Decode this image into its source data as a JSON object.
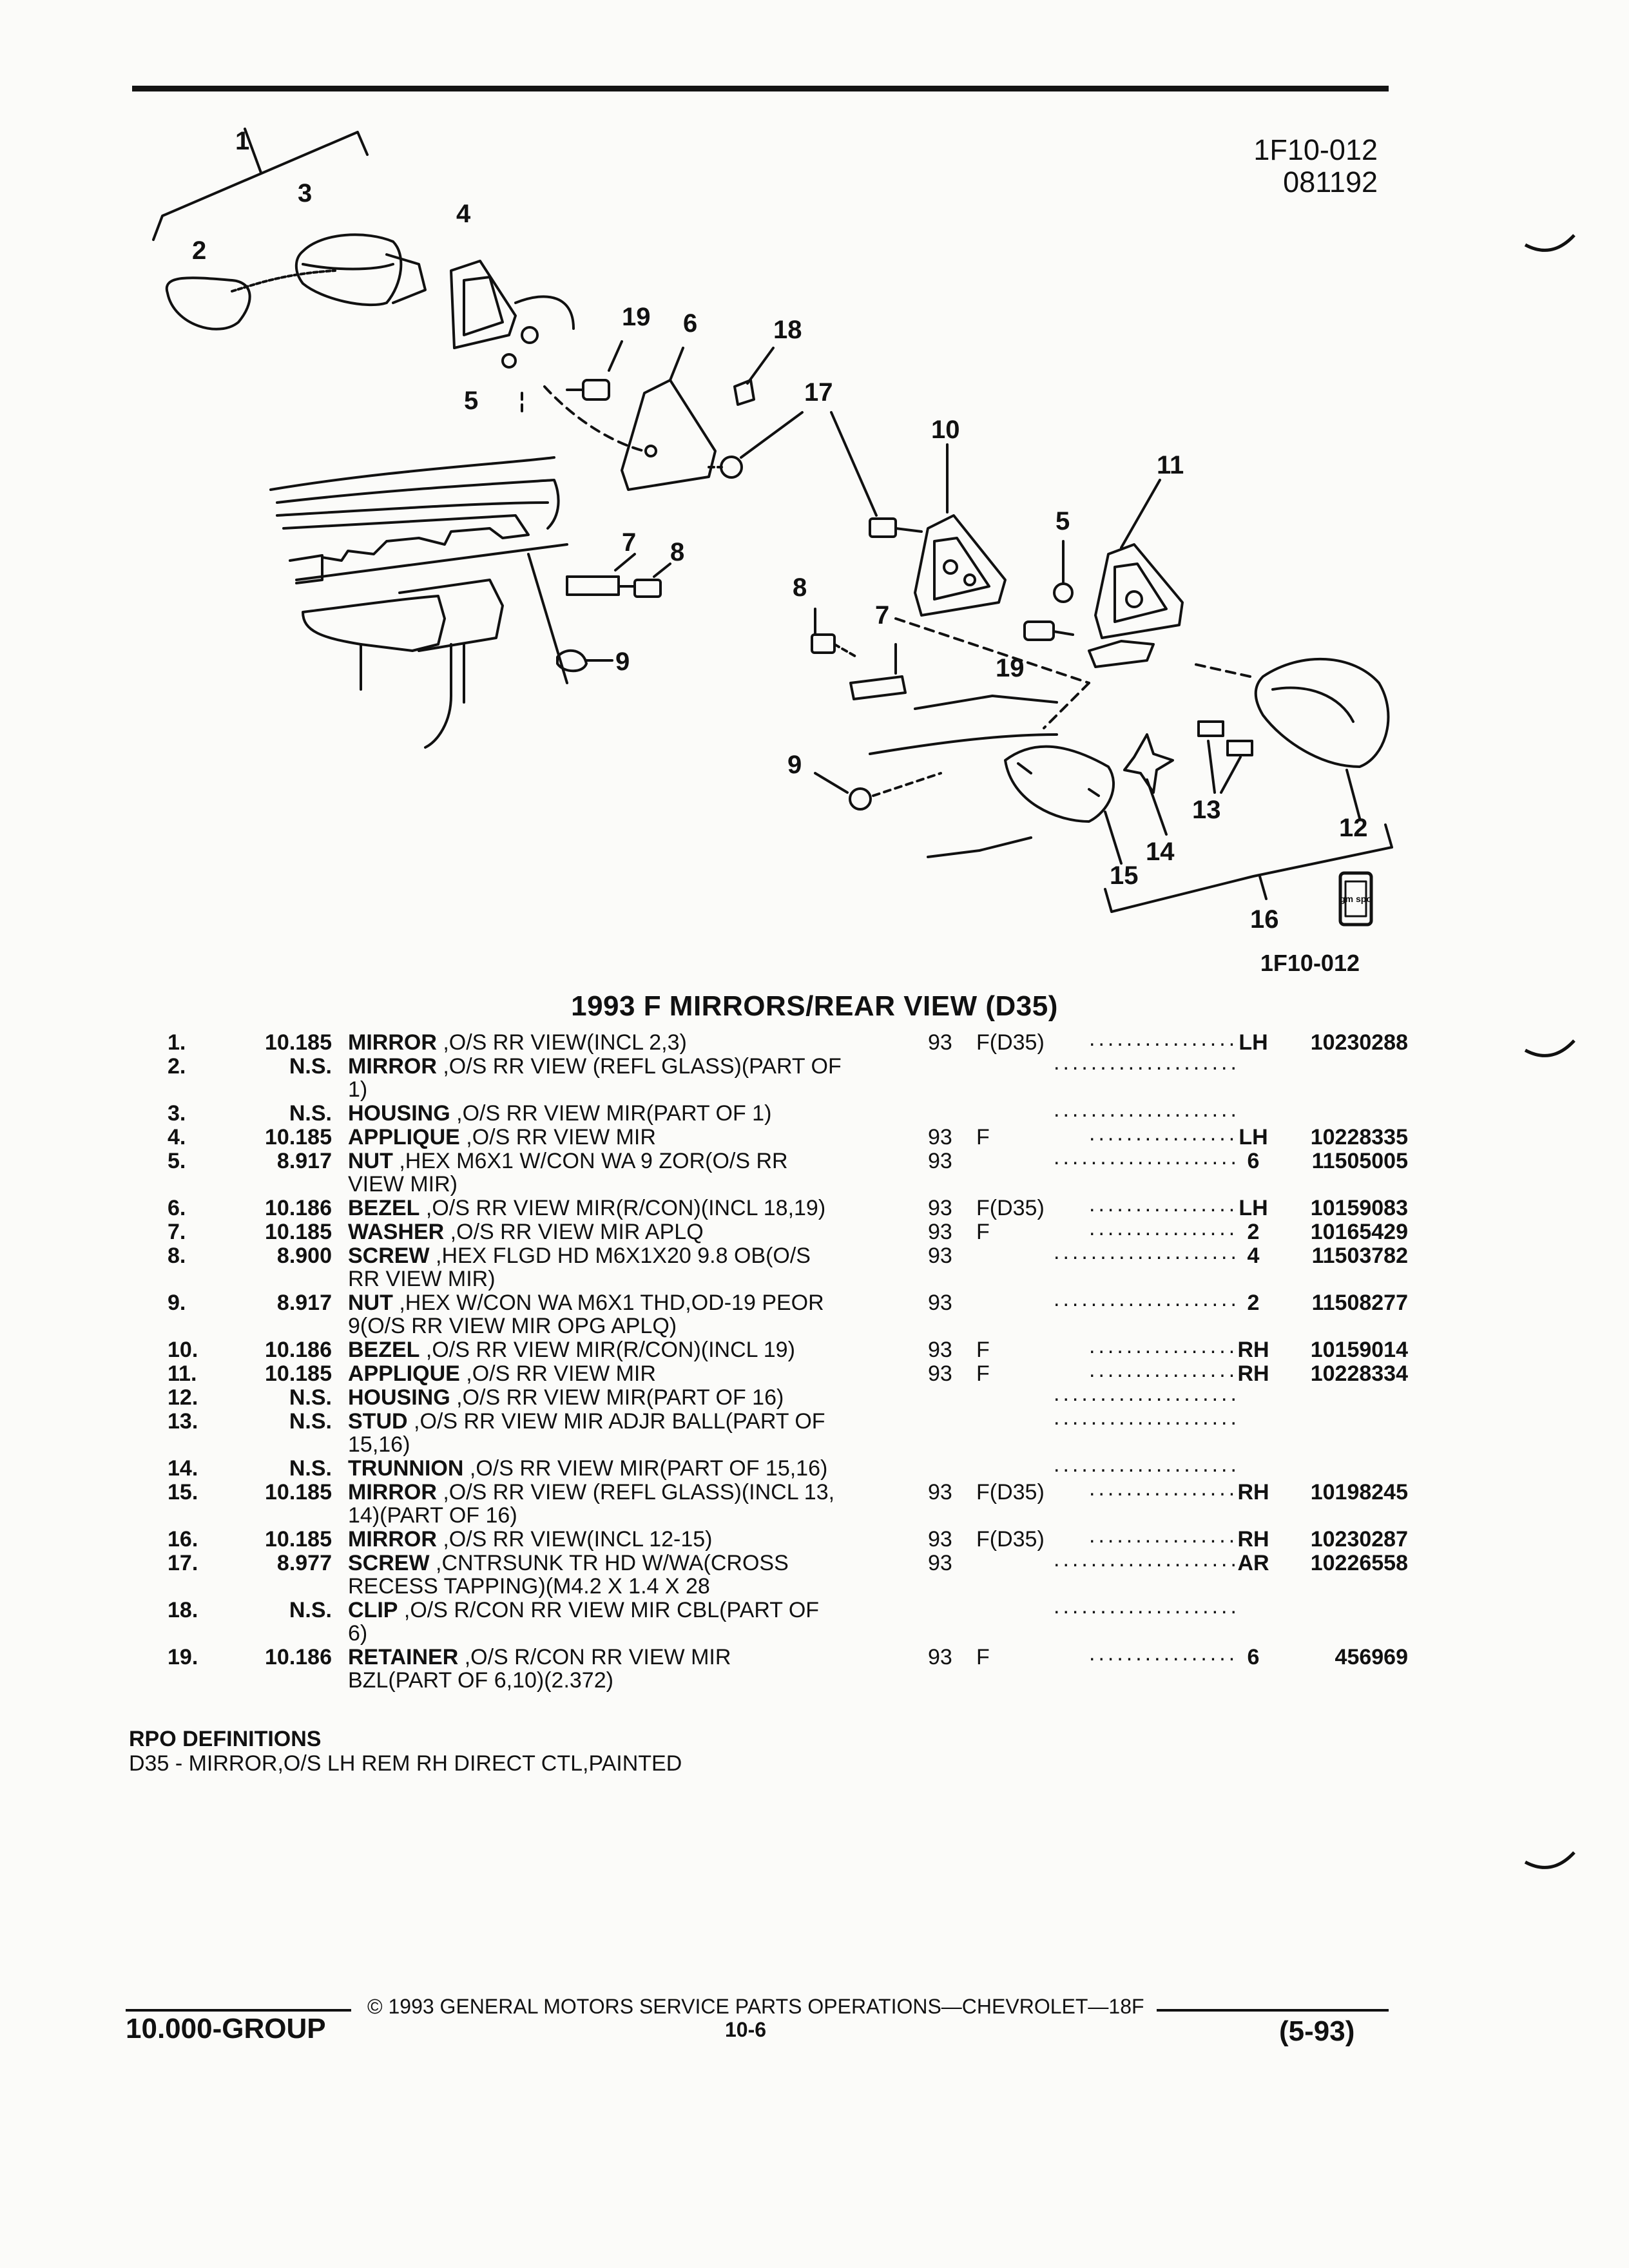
{
  "header": {
    "ref_code": "1F10-012",
    "date_code": "081192"
  },
  "diagram": {
    "figure_id": "1F10-012",
    "callouts": [
      "1",
      "2",
      "3",
      "4",
      "5",
      "19",
      "6",
      "18",
      "17",
      "10",
      "11",
      "5",
      "7",
      "8",
      "8",
      "7",
      "9",
      "19",
      "9",
      "13",
      "12",
      "14",
      "15",
      "16"
    ],
    "badge": "gm spo"
  },
  "section_title": "1993 F MIRRORS/REAR VIEW (D35)",
  "parts": [
    {
      "num": "1.",
      "group": "10.185",
      "name": "MIRROR",
      "desc": " ,O/S RR VIEW(INCL 2,3)",
      "desc2": "",
      "year": "93",
      "model": "F(D35)",
      "qty": "LH",
      "part": "10230288"
    },
    {
      "num": "2.",
      "group": "N.S.",
      "name": "MIRROR",
      "desc": " ,O/S RR VIEW (REFL GLASS)(PART OF",
      "desc2": "1)",
      "year": "",
      "model": "",
      "qty": "",
      "part": ""
    },
    {
      "num": "3.",
      "group": "N.S.",
      "name": "HOUSING",
      "desc": " ,O/S RR VIEW MIR(PART OF 1)",
      "desc2": "",
      "year": "",
      "model": "",
      "qty": "",
      "part": ""
    },
    {
      "num": "4.",
      "group": "10.185",
      "name": "APPLIQUE",
      "desc": " ,O/S RR VIEW MIR",
      "desc2": "",
      "year": "93",
      "model": "F",
      "qty": "LH",
      "part": "10228335"
    },
    {
      "num": "5.",
      "group": "8.917",
      "name": "NUT",
      "desc": " ,HEX M6X1 W/CON WA 9 ZOR(O/S RR",
      "desc2": "VIEW MIR)",
      "year": "93",
      "model": "",
      "qty": "6",
      "part": "11505005"
    },
    {
      "num": "6.",
      "group": "10.186",
      "name": "BEZEL",
      "desc": " ,O/S RR VIEW MIR(R/CON)(INCL 18,19)",
      "desc2": "",
      "year": "93",
      "model": "F(D35)",
      "qty": "LH",
      "part": "10159083"
    },
    {
      "num": "7.",
      "group": "10.185",
      "name": "WASHER",
      "desc": " ,O/S RR VIEW MIR APLQ",
      "desc2": "",
      "year": "93",
      "model": "F",
      "qty": "2",
      "part": "10165429"
    },
    {
      "num": "8.",
      "group": "8.900",
      "name": "SCREW",
      "desc": " ,HEX FLGD HD M6X1X20 9.8 OB(O/S",
      "desc2": "RR VIEW MIR)",
      "year": "93",
      "model": "",
      "qty": "4",
      "part": "11503782"
    },
    {
      "num": "9.",
      "group": "8.917",
      "name": "NUT",
      "desc": " ,HEX W/CON WA M6X1 THD,OD-19 PEOR",
      "desc2": "9(O/S RR VIEW MIR OPG APLQ)",
      "year": "93",
      "model": "",
      "qty": "2",
      "part": "11508277"
    },
    {
      "num": "10.",
      "group": "10.186",
      "name": "BEZEL",
      "desc": " ,O/S RR VIEW MIR(R/CON)(INCL 19)",
      "desc2": "",
      "year": "93",
      "model": "F",
      "qty": "RH",
      "part": "10159014"
    },
    {
      "num": "11.",
      "group": "10.185",
      "name": "APPLIQUE",
      "desc": " ,O/S RR VIEW MIR",
      "desc2": "",
      "year": "93",
      "model": "F",
      "qty": "RH",
      "part": "10228334"
    },
    {
      "num": "12.",
      "group": "N.S.",
      "name": "HOUSING",
      "desc": " ,O/S RR VIEW MIR(PART OF 16)",
      "desc2": "",
      "year": "",
      "model": "",
      "qty": "",
      "part": ""
    },
    {
      "num": "13.",
      "group": "N.S.",
      "name": "STUD",
      "desc": " ,O/S RR VIEW MIR ADJR BALL(PART OF",
      "desc2": "15,16)",
      "year": "",
      "model": "",
      "qty": "",
      "part": ""
    },
    {
      "num": "14.",
      "group": "N.S.",
      "name": "TRUNNION",
      "desc": " ,O/S RR VIEW MIR(PART OF 15,16)",
      "desc2": "",
      "year": "",
      "model": "",
      "qty": "",
      "part": ""
    },
    {
      "num": "15.",
      "group": "10.185",
      "name": "MIRROR",
      "desc": " ,O/S RR VIEW (REFL GLASS)(INCL 13,",
      "desc2": "14)(PART OF 16)",
      "year": "93",
      "model": "F(D35)",
      "qty": "RH",
      "part": "10198245"
    },
    {
      "num": "16.",
      "group": "10.185",
      "name": "MIRROR",
      "desc": " ,O/S RR VIEW(INCL 12-15)",
      "desc2": "",
      "year": "93",
      "model": "F(D35)",
      "qty": "RH",
      "part": "10230287"
    },
    {
      "num": "17.",
      "group": "8.977",
      "name": "SCREW",
      "desc": " ,CNTRSUNK TR HD W/WA(CROSS",
      "desc2": "RECESS TAPPING)(M4.2 X 1.4 X 28",
      "year": "93",
      "model": "",
      "qty": "AR",
      "part": "10226558"
    },
    {
      "num": "18.",
      "group": "N.S.",
      "name": "CLIP",
      "desc": " ,O/S R/CON RR VIEW MIR CBL(PART OF",
      "desc2": "6)",
      "year": "",
      "model": "",
      "qty": "",
      "part": ""
    },
    {
      "num": "19.",
      "group": "10.186",
      "name": "RETAINER",
      "desc": " ,O/S R/CON RR VIEW MIR",
      "desc2": "BZL(PART OF 6,10)(2.372)",
      "year": "93",
      "model": "F",
      "qty": "6",
      "part": "456969"
    }
  ],
  "rpo": {
    "heading": "RPO DEFINITIONS",
    "definition": "D35 - MIRROR,O/S LH REM RH DIRECT CTL,PAINTED"
  },
  "footer": {
    "copyright": "© 1993 GENERAL MOTORS SERVICE PARTS OPERATIONS—CHEVROLET—18F",
    "group": "10.000-GROUP",
    "page": "10-6",
    "date": "(5-93)"
  }
}
